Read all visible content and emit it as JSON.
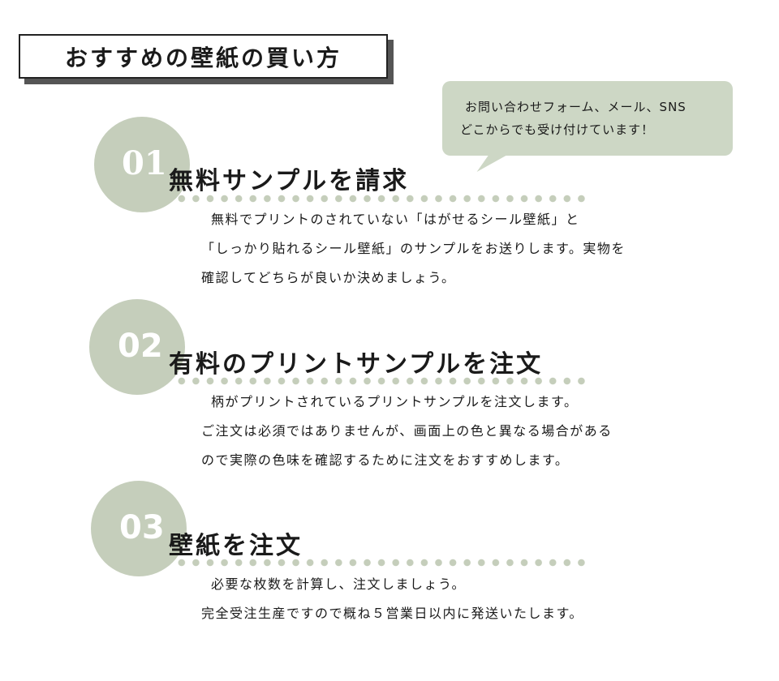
{
  "title": "おすすめの壁紙の買い方",
  "bubble": {
    "line1": "お問い合わせフォーム、メール、SNS",
    "line2": "どこからでも受け付けています！"
  },
  "colors": {
    "accent_green": "#c5cebb",
    "bubble_green": "#cdd7c5",
    "title_shadow": "#555555",
    "text": "#1a1a1a"
  },
  "steps": [
    {
      "number": "01",
      "heading": "無料サンプルを請求",
      "lines": [
        "無料でプリントのされていない「はがせるシール壁紙」と",
        "「しっかり貼れるシール壁紙」のサンプルをお送りします。実物を",
        "確認してどちらが良いか決めましょう。"
      ]
    },
    {
      "number": "02",
      "heading": "有料のプリントサンプルを注文",
      "lines": [
        "柄がプリントされているプリントサンプルを注文します。",
        "ご注文は必須ではありませんが、画面上の色と異なる場合がある",
        "ので実際の色味を確認するために注文をおすすめします。"
      ]
    },
    {
      "number": "03",
      "heading": "壁紙を注文",
      "lines": [
        "必要な枚数を計算し、注文しましょう。",
        "完全受注生産ですので概ね５営業日以内に発送いたします。"
      ]
    }
  ]
}
